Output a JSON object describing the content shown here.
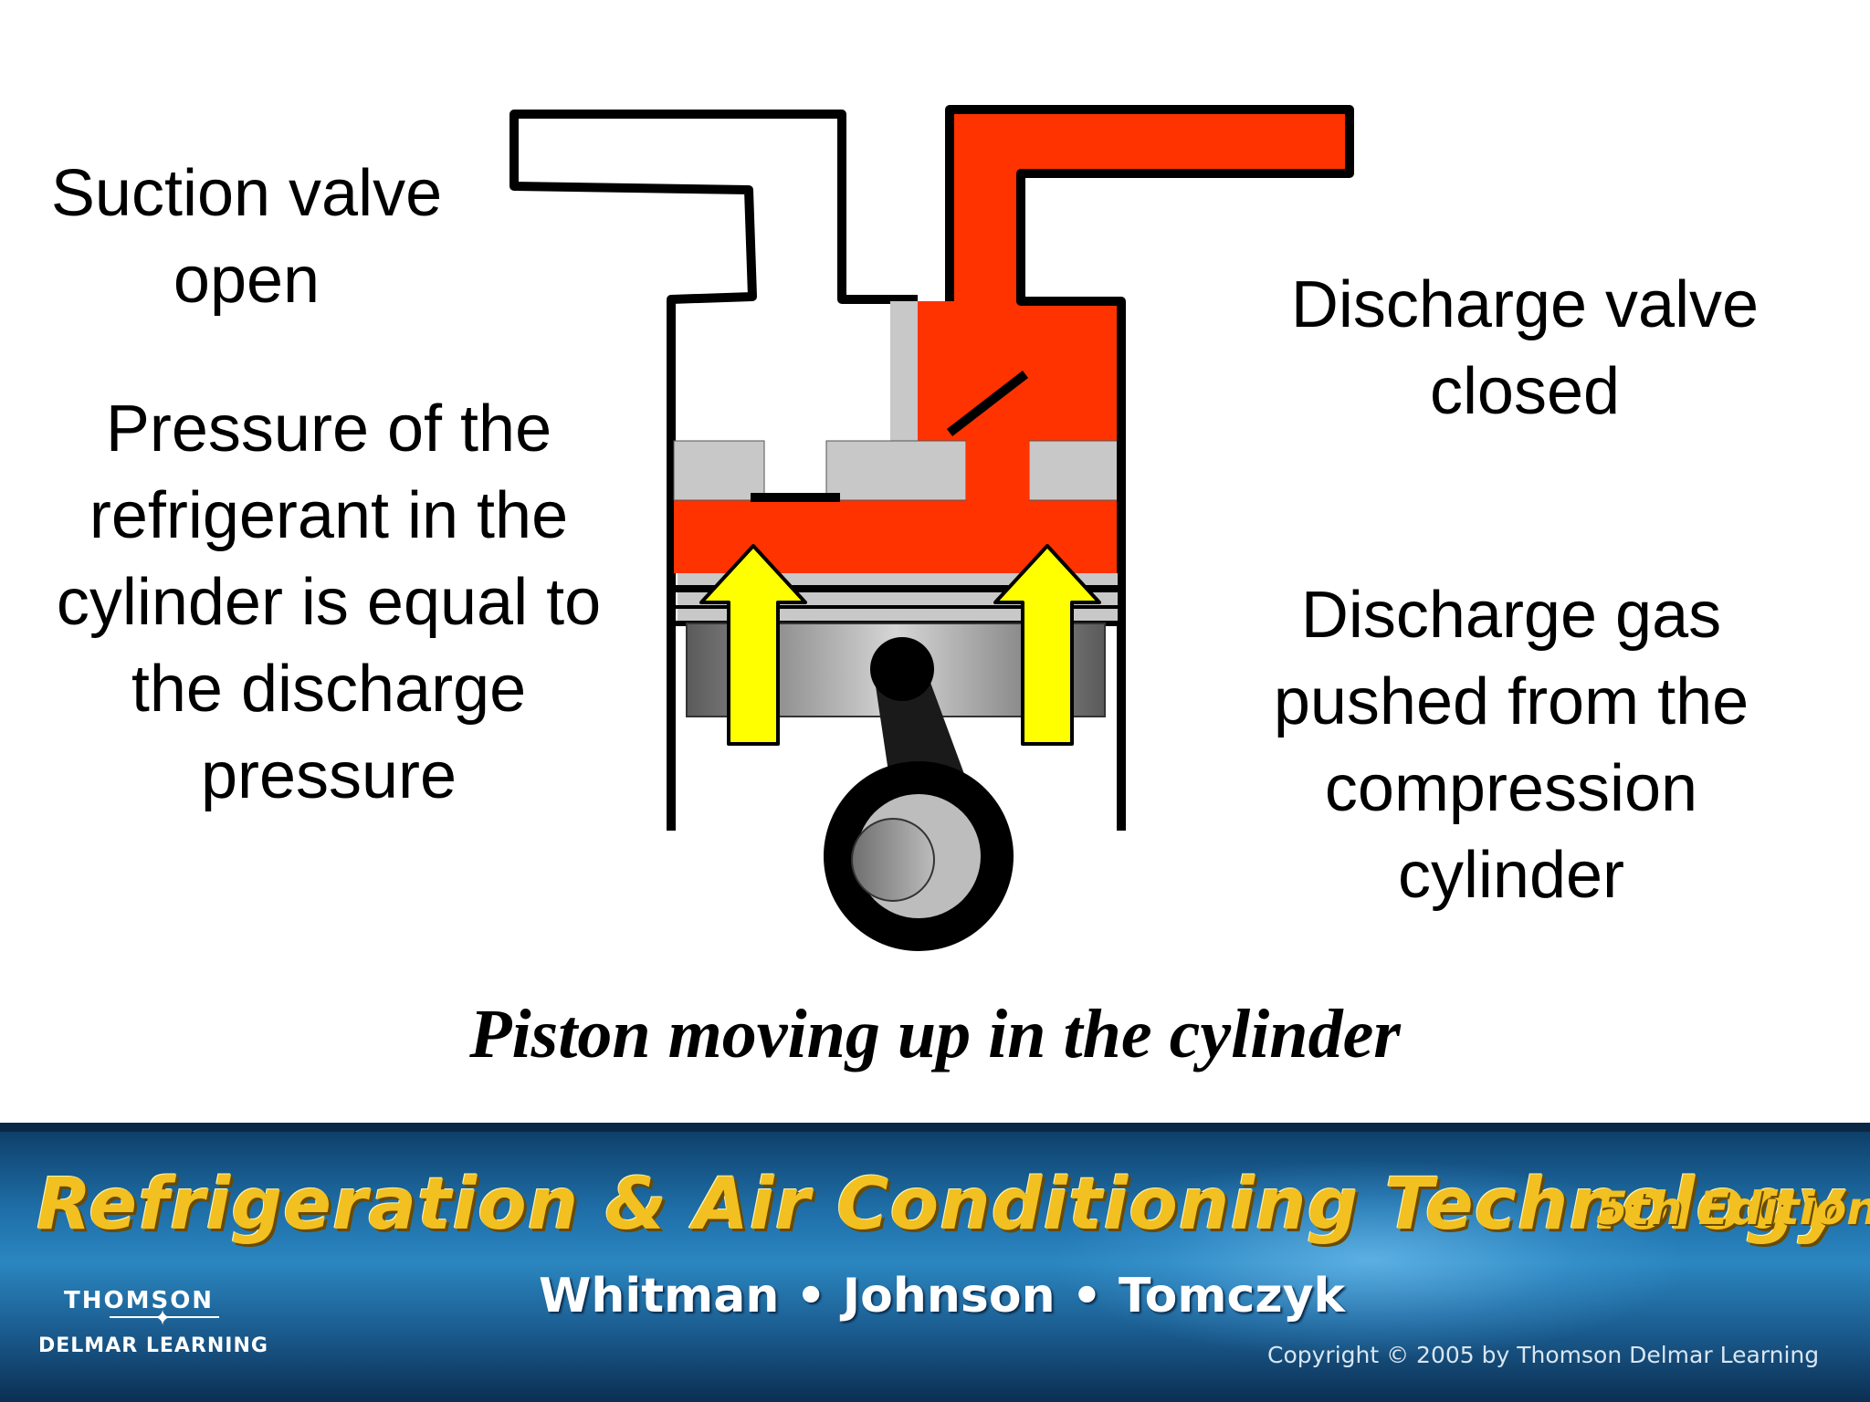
{
  "labels": {
    "suction_valve": [
      "Suction valve",
      "open"
    ],
    "pressure": [
      "Pressure of the",
      "refrigerant in the",
      "cylinder is equal to",
      "the discharge",
      "pressure"
    ],
    "discharge_valve": [
      "Discharge valve",
      "closed"
    ],
    "discharge_gas": [
      "Discharge gas",
      "pushed from the",
      "compression",
      "cylinder"
    ]
  },
  "caption": "Piston moving up in the cylinder",
  "banner": {
    "book_title": "Refrigeration & Air Conditioning Technology",
    "edition": "5th Edition",
    "authors": "Whitman • Johnson • Tomczyk",
    "publisher_line1": "THOMSON",
    "publisher_line2": "DELMAR LEARNING",
    "copyright": "Copyright © 2005 by Thomson Delmar Learning"
  },
  "colors": {
    "refrigerant": "#ff3300",
    "arrow": "#ffff00",
    "valve_plate": "#c8c8c8",
    "outline": "#000000"
  }
}
